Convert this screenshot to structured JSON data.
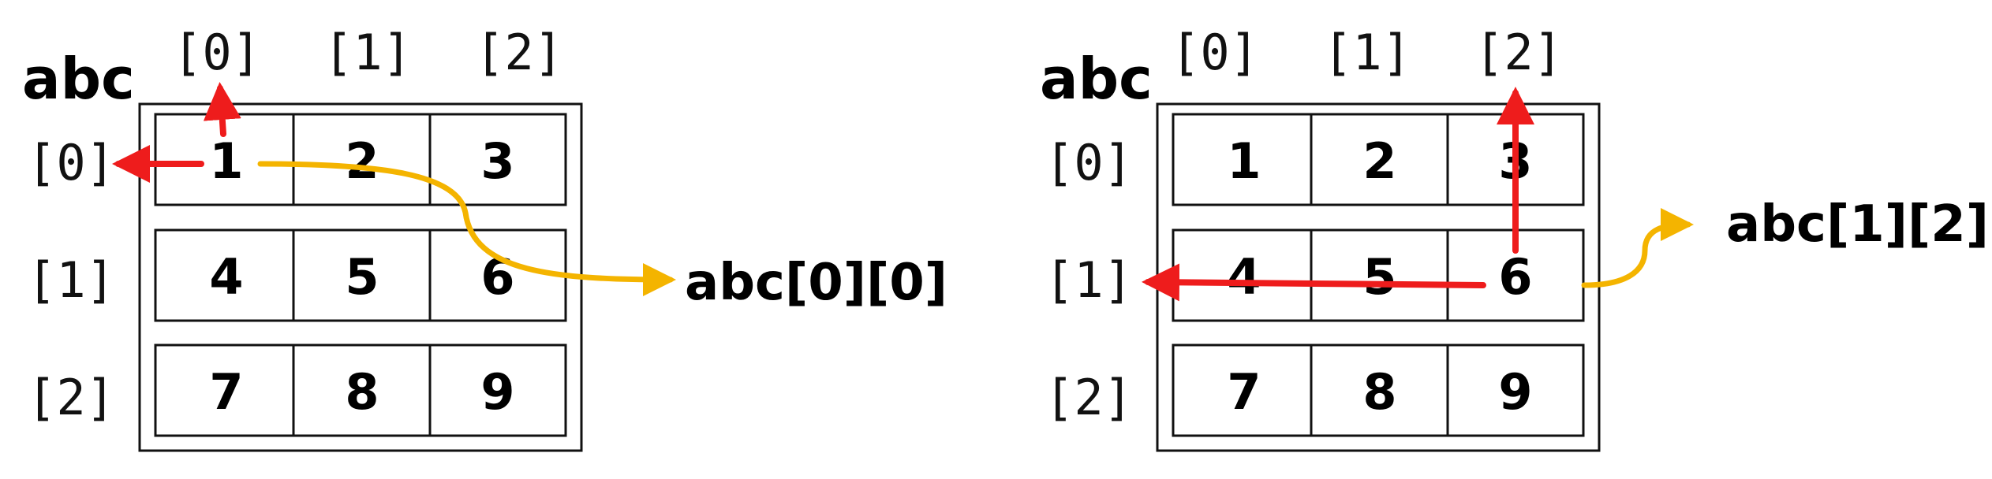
{
  "left": {
    "array_name": "abc",
    "col_labels": [
      "[0]",
      "[1]",
      "[2]"
    ],
    "row_labels": [
      "[0]",
      "[1]",
      "[2]"
    ],
    "cells": [
      [
        "1",
        "2",
        "3"
      ],
      [
        "4",
        "5",
        "6"
      ],
      [
        "7",
        "8",
        "9"
      ]
    ],
    "reference": "abc[0][0]"
  },
  "right": {
    "array_name": "abc",
    "col_labels": [
      "[0]",
      "[1]",
      "[2]"
    ],
    "row_labels": [
      "[0]",
      "[1]",
      "[2]"
    ],
    "cells": [
      [
        "1",
        "2",
        "3"
      ],
      [
        "4",
        "5",
        "6"
      ],
      [
        "7",
        "8",
        "9"
      ]
    ],
    "reference": "abc[1][2]"
  },
  "colors": {
    "row_column_arrow": "#ee1c1c",
    "reference_arrow": "#f4b400"
  }
}
